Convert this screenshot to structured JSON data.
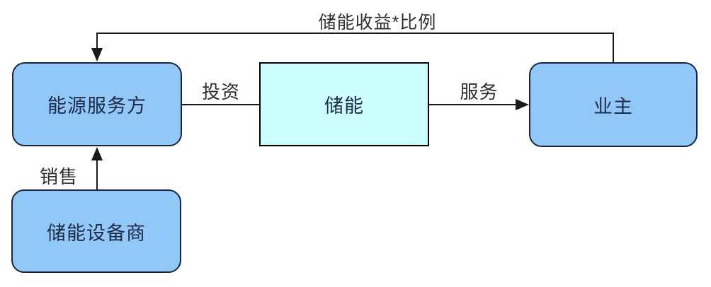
{
  "diagram": {
    "type": "flow-diagram",
    "background": "#ffffff",
    "nodes": [
      {
        "id": "energy-service",
        "label": "能源服务方",
        "shape": "rounded-rect",
        "fill": "#92c8f7",
        "border": "#1a2440",
        "text_color": "#1e2b49"
      },
      {
        "id": "storage",
        "label": "储能",
        "shape": "rect",
        "fill": "#ccfefe",
        "border": "#000000",
        "text_color": "#1e2b49"
      },
      {
        "id": "owner",
        "label": "业主",
        "shape": "rounded-rect",
        "fill": "#92c8f7",
        "border": "#1a2440",
        "text_color": "#1e2b49"
      },
      {
        "id": "equipment-vendor",
        "label": "储能设备商",
        "shape": "rounded-rect",
        "fill": "#92c8f7",
        "border": "#1a2440",
        "text_color": "#1e2b49"
      }
    ],
    "edges": [
      {
        "label": "投资",
        "from": "energy-service",
        "to": "storage",
        "arrow": "none",
        "line_color": "#1a1a1a"
      },
      {
        "label": "服务",
        "from": "storage",
        "to": "owner",
        "arrow": "end",
        "line_color": "#1a1a1a"
      },
      {
        "label": "储能收益*比例",
        "from": "owner",
        "to": "energy-service",
        "arrow": "end",
        "line_color": "#1a1a1a"
      },
      {
        "label": "销售",
        "from": "equipment-vendor",
        "to": "energy-service",
        "arrow": "end",
        "line_color": "#1a1a1a"
      }
    ]
  }
}
